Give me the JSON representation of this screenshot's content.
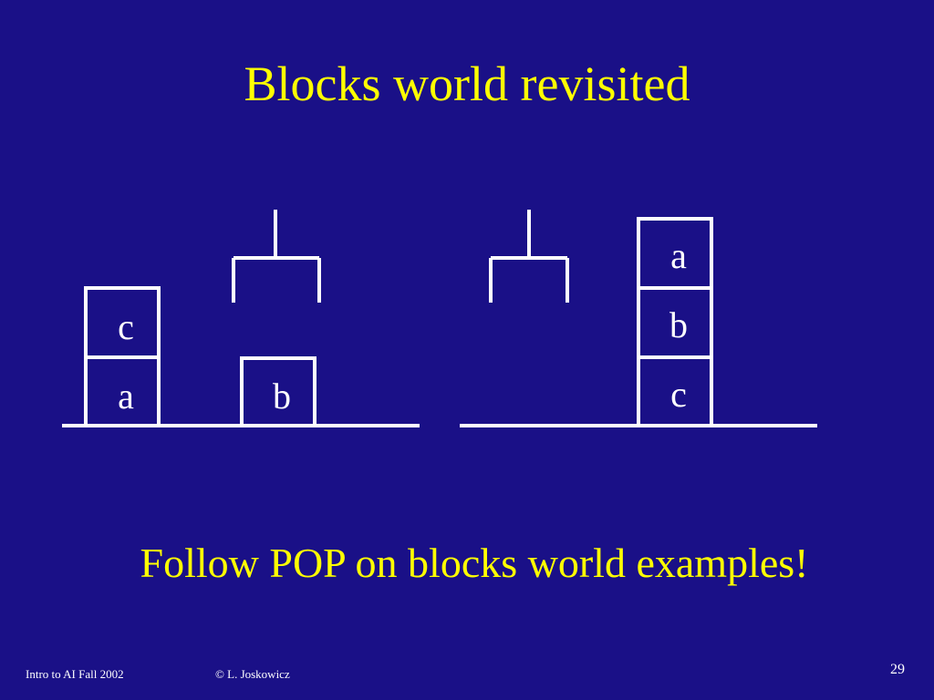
{
  "slide": {
    "title": "Blocks world revisited",
    "caption": "Follow POP on blocks world examples!",
    "footer": {
      "course": "Intro to AI  Fall 2002",
      "author": "© L. Joskowicz",
      "page_number": "29"
    }
  },
  "diagram": {
    "initial_state": {
      "stack_left": {
        "top": "c",
        "bottom": "a"
      },
      "table_block": "b"
    },
    "goal_state": {
      "stack": {
        "top": "a",
        "middle": "b",
        "bottom": "c"
      }
    }
  },
  "colors": {
    "background": "#1a1087",
    "title": "#ffff00",
    "lines": "#ffffff"
  },
  "icons": {
    "gripper": "robot-gripper-icon"
  }
}
